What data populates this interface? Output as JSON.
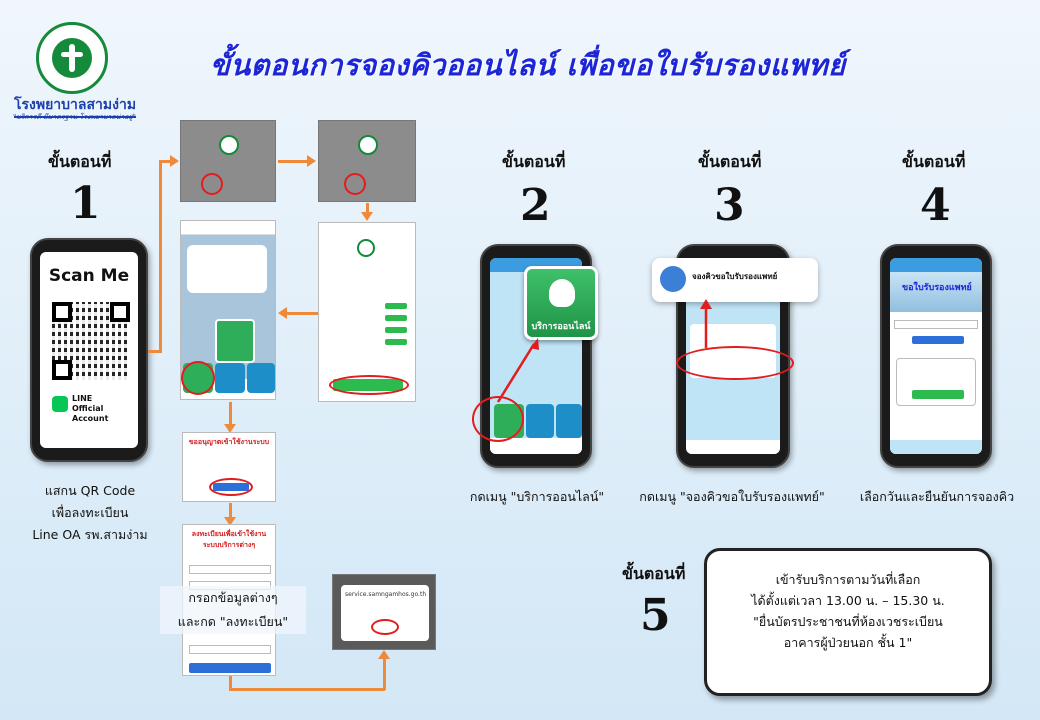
{
  "title": "ขั้นตอนการจองคิวออนไลน์ เพื่อขอใบรับรองแพทย์",
  "hospital": {
    "name": "โรงพยาบาลสามง่าม",
    "slogan": "\"บริการดี มีมาตรฐาน โรงพยาบาลน่าอยู่\""
  },
  "step_label": "ขั้นตอนที่",
  "steps": [
    {
      "num": "1",
      "caption_lines": [
        "แสกน QR Code",
        "เพื่อลงทะเบียน",
        "Line OA รพ.สามง่าม"
      ]
    },
    {
      "num": "2",
      "caption": "กดเมนู \"บริการออนไลน์\""
    },
    {
      "num": "3",
      "caption": "กดเมนู \"จองคิวขอใบรับรองแพทย์\""
    },
    {
      "num": "4",
      "caption": "เลือกวันและยืนยันการจองคิว"
    },
    {
      "num": "5",
      "lines": [
        "เข้ารับบริการตามวันที่เลือก",
        "ได้ตั้งแต่เวลา 13.00 น. – 15.30 น.",
        "\"ยื่นบัตรประชาชนที่ห้องเวชระเบียน",
        "อาคารผู้ป่วยนอก ชั้น 1\""
      ]
    }
  ],
  "scan_phone": {
    "title": "Scan Me",
    "line_label": "LINE",
    "line_sub": "Official Account"
  },
  "step1_detail": {
    "fill_caption_lines": [
      "กรอกข้อมูลต่างๆ",
      "และกด \"ลงทะเบียน\""
    ],
    "register_heading": "ลงทะเบียนเพื่อเข้าใช้งานระบบบริการต่างๆ",
    "consent_heading": "ขออนุญาตเข้าใช้งานระบบ",
    "popup_site": "service.samngamhos.go.th"
  },
  "step2_menu_label": "บริการออนไลน์",
  "step3_card": {
    "title": "จองคิวขอใบรับรองแพทย์"
  },
  "step4_header": "ขอใบรับรองแพทย์",
  "colors": {
    "title": "#1c26d6",
    "arrow": "#ef8a3a",
    "highlight": "#e21d1d",
    "line_green": "#06c755"
  }
}
